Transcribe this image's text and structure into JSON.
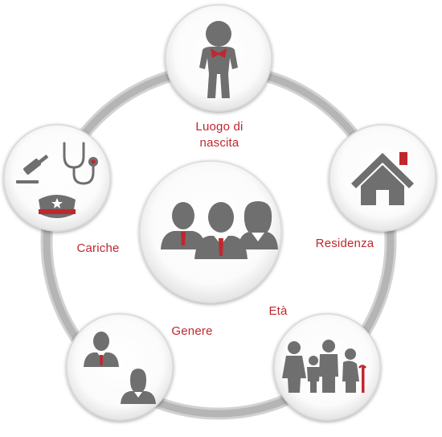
{
  "colors": {
    "accent": "#c0272d",
    "icon_gray": "#6f6f6f",
    "ring_gray": "#b8b8b8"
  },
  "center": {
    "icon": "people-group-icon"
  },
  "nodes": [
    {
      "id": "luogo",
      "label": "Luogo di nascita",
      "icon": "baby-icon"
    },
    {
      "id": "residenza",
      "label": "Residenza",
      "icon": "house-icon"
    },
    {
      "id": "eta",
      "label": "Età",
      "icon": "family-generations-icon"
    },
    {
      "id": "genere",
      "label": "Genere",
      "icon": "man-woman-icon"
    },
    {
      "id": "cariche",
      "label": "Cariche",
      "icon": "gavel-stethoscope-police-cap-icon"
    }
  ]
}
